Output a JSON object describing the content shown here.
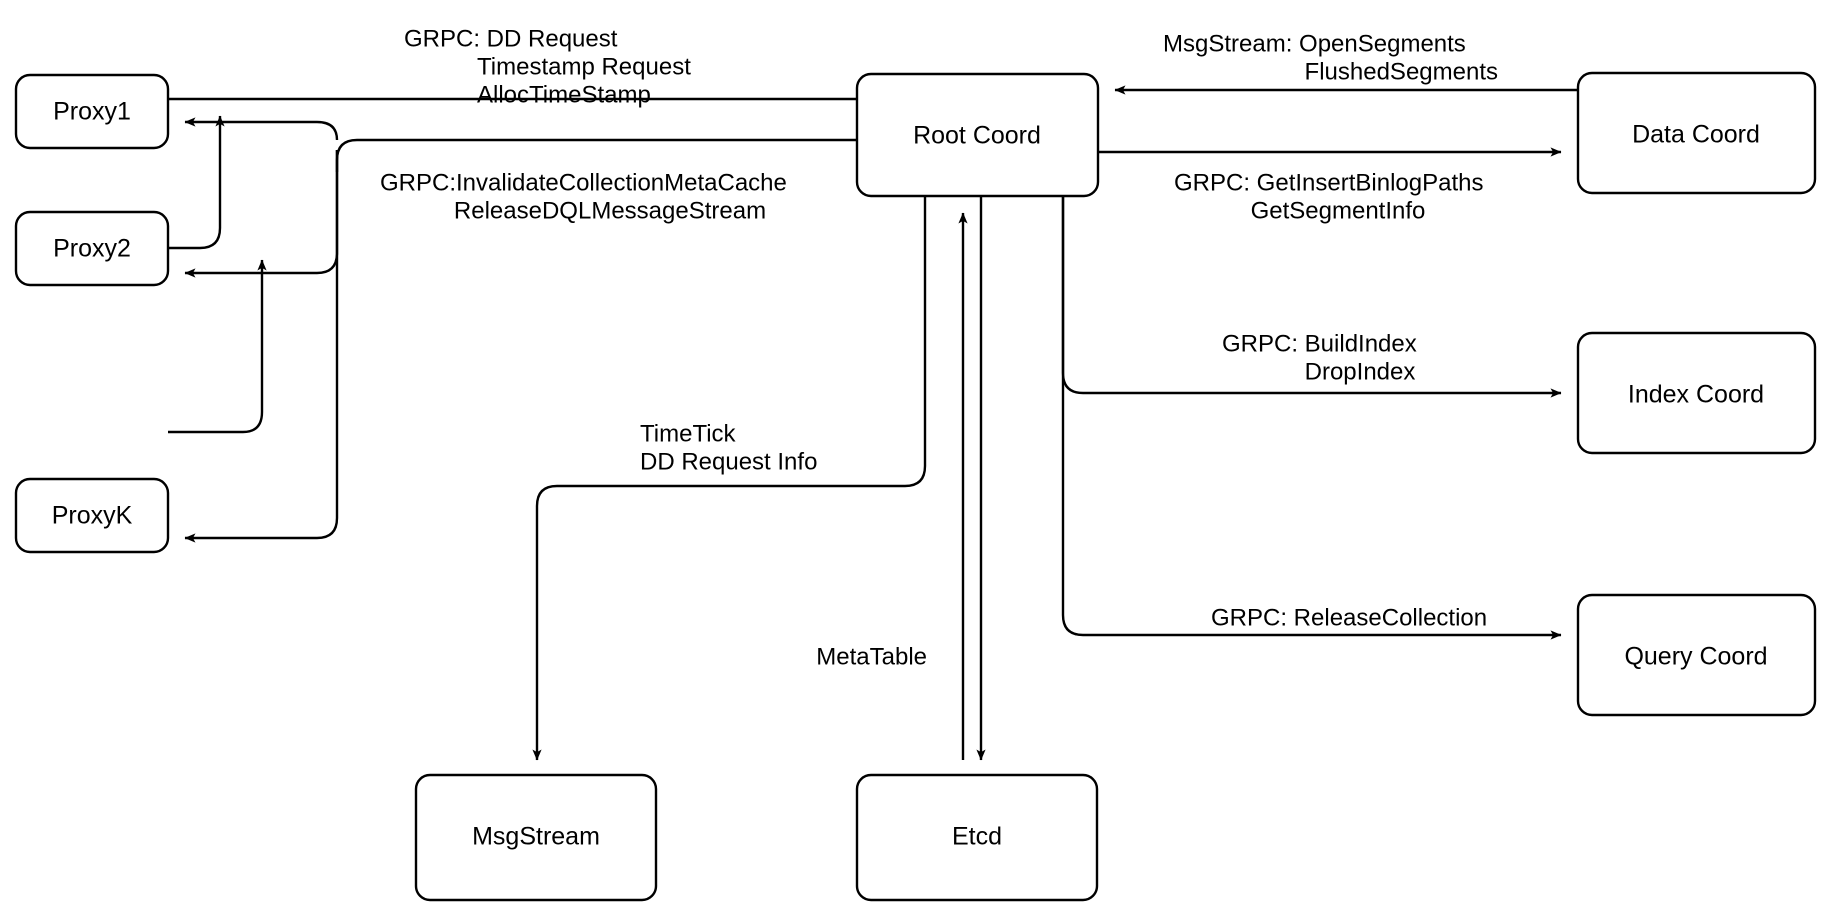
{
  "diagram": {
    "title": "Root Coord architecture",
    "background_color": "#ffffff",
    "line_color": "#000000",
    "text_color": "#000000",
    "nodes": [
      {
        "id": "proxy1",
        "label": "Proxy1"
      },
      {
        "id": "proxy2",
        "label": "Proxy2"
      },
      {
        "id": "proxyk",
        "label": "ProxyK"
      },
      {
        "id": "rootcoord",
        "label": "Root Coord"
      },
      {
        "id": "datacoord",
        "label": "Data Coord"
      },
      {
        "id": "indexcoord",
        "label": "Index Coord"
      },
      {
        "id": "querycoord",
        "label": "Query Coord"
      },
      {
        "id": "msgstream",
        "label": "MsgStream"
      },
      {
        "id": "etcd",
        "label": "Etcd"
      }
    ],
    "edge_labels": {
      "proxy_to_root": {
        "lines": [
          "GRPC: DD Request",
          "Timestamp Request",
          "AllocTimeStamp"
        ]
      },
      "root_to_proxy": {
        "lines": [
          "GRPC:InvalidateCollectionMetaCache",
          "ReleaseDQLMessageStream"
        ]
      },
      "datacoord_to_root": {
        "lines": [
          "MsgStream: OpenSegments",
          "FlushedSegments"
        ]
      },
      "root_to_datacoord": {
        "lines": [
          "GRPC: GetInsertBinlogPaths",
          "GetSegmentInfo"
        ]
      },
      "root_to_indexcoord": {
        "lines": [
          "GRPC: BuildIndex",
          "DropIndex"
        ]
      },
      "root_to_querycoord": {
        "lines": [
          "GRPC: ReleaseCollection"
        ]
      },
      "root_to_msgstream": {
        "lines": [
          "TimeTick",
          "DD Request Info"
        ]
      },
      "root_to_etcd": {
        "lines": [
          "MetaTable"
        ]
      }
    }
  }
}
